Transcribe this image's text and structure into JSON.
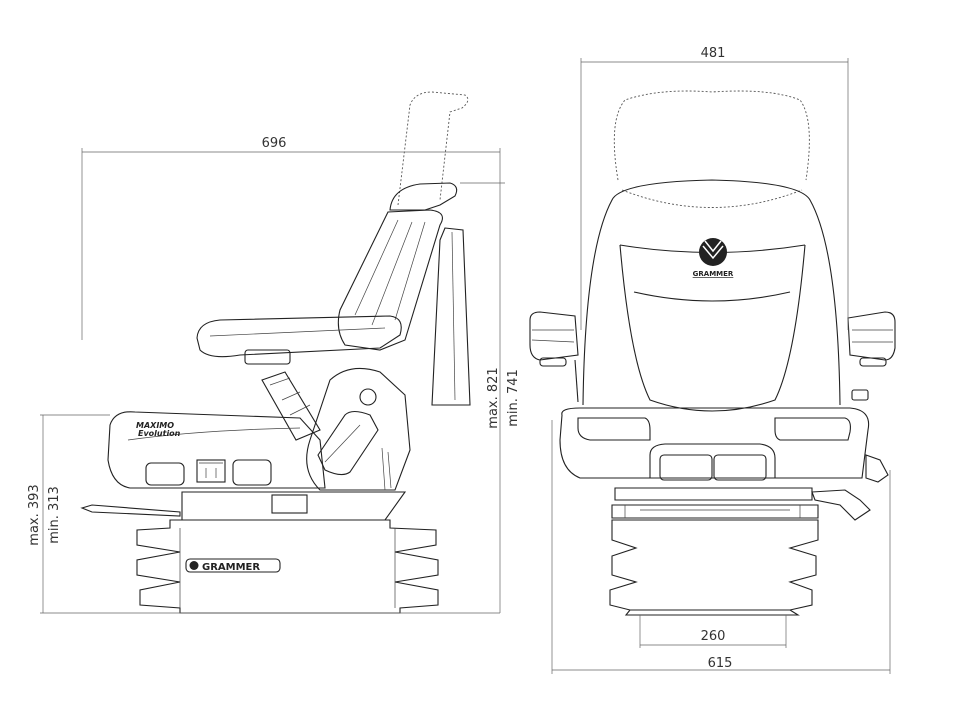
{
  "dimensions": {
    "side_length": "696",
    "side_height_max": "max. 821",
    "side_height_min": "min. 741",
    "seat_height_max": "max. 393",
    "seat_height_min": "min. 313",
    "front_width": "481",
    "base_width": "260",
    "overall_width": "615"
  },
  "labels": {
    "brand": "GRAMMER",
    "model_line1": "MAXIMO",
    "model_line2": "Evolution"
  }
}
